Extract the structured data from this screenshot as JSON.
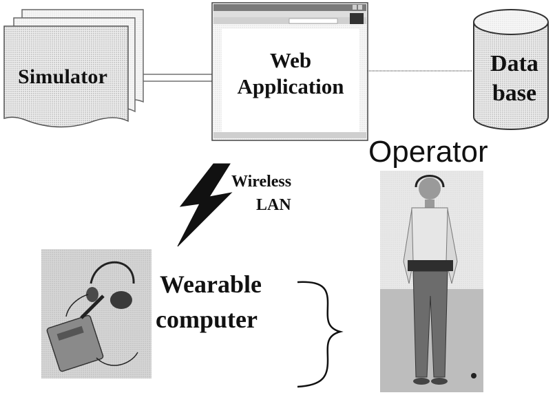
{
  "nodes": {
    "simulator": {
      "label": "Simulator"
    },
    "web_app": {
      "line1": "Web",
      "line2": "Application"
    },
    "database": {
      "line1": "Data",
      "line2": "base"
    },
    "operator": {
      "label": "Operator"
    },
    "wireless": {
      "line1": "Wireless",
      "line2": "LAN"
    },
    "wearable": {
      "line1": "Wearable",
      "line2": "computer"
    }
  },
  "colors": {
    "ink": "#111111",
    "paper": "#ffffff",
    "screen_gray": "#d8d8d8",
    "photo_gray": "#bdbdbd"
  },
  "icons": [
    "stacked-documents-icon",
    "browser-window-icon",
    "database-cylinder-icon",
    "lightning-bolt-icon",
    "curly-brace-icon",
    "person-photo",
    "device-photo"
  ]
}
